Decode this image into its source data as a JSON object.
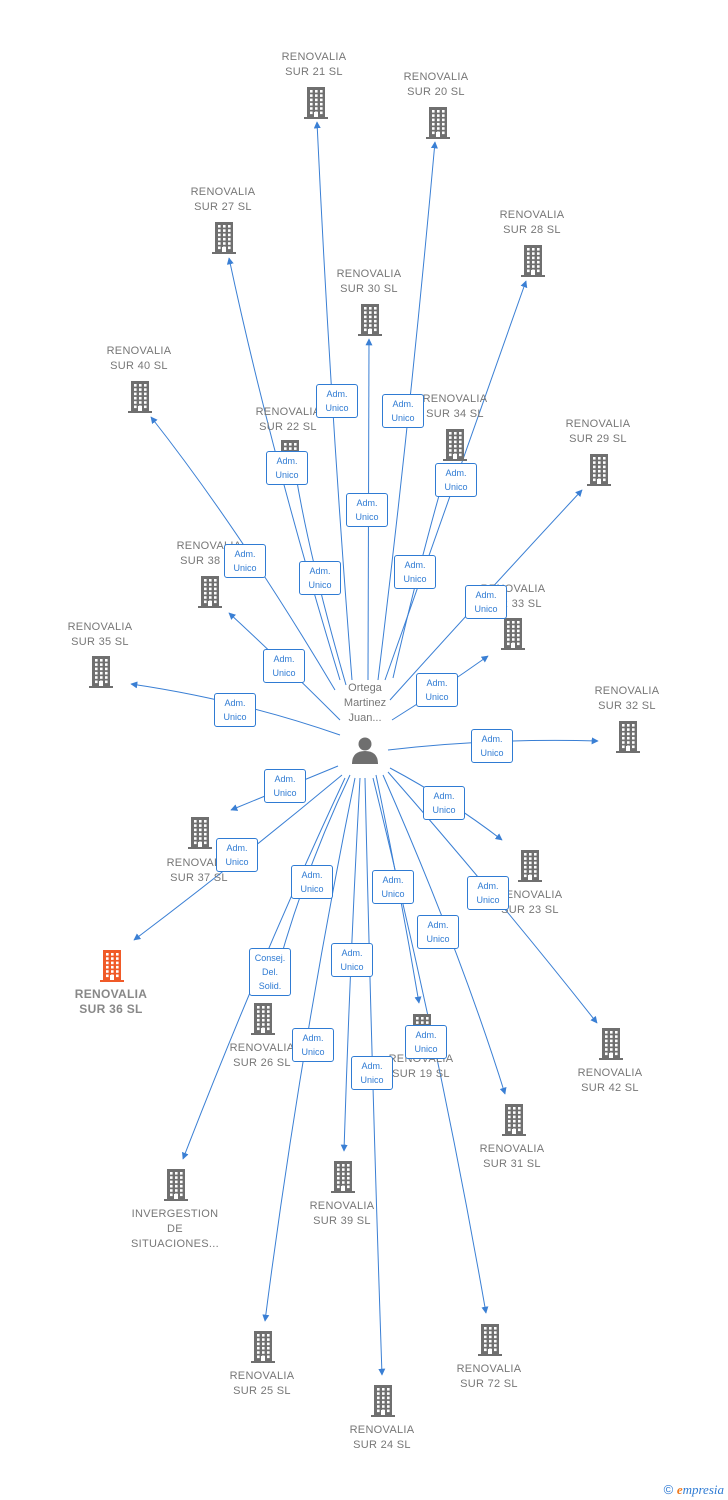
{
  "colors": {
    "edge": "#3a7fd4",
    "building": "#6f6f6f",
    "highlight": "#f05a28",
    "person": "#6f6f6f"
  },
  "center": {
    "name_lines": [
      "Ortega",
      "Martinez",
      "Juan..."
    ],
    "icon": "person-icon"
  },
  "companies": [
    {
      "id": "sur21",
      "lines": [
        "RENOVALIA",
        "SUR 21 SL"
      ]
    },
    {
      "id": "sur20",
      "lines": [
        "RENOVALIA",
        "SUR 20 SL"
      ]
    },
    {
      "id": "sur27",
      "lines": [
        "RENOVALIA",
        "SUR 27 SL"
      ]
    },
    {
      "id": "sur28",
      "lines": [
        "RENOVALIA",
        "SUR 28 SL"
      ]
    },
    {
      "id": "sur30",
      "lines": [
        "RENOVALIA",
        "SUR 30 SL"
      ]
    },
    {
      "id": "sur40",
      "lines": [
        "RENOVALIA",
        "SUR 40 SL"
      ]
    },
    {
      "id": "sur22",
      "lines": [
        "RENOVALIA",
        "SUR 22 SL"
      ]
    },
    {
      "id": "sur34",
      "lines": [
        "RENOVALIA",
        "SUR 34 SL"
      ]
    },
    {
      "id": "sur29",
      "lines": [
        "RENOVALIA",
        "SUR 29 SL"
      ]
    },
    {
      "id": "sur38",
      "lines": [
        "RENOVALIA",
        "SUR 38 SL"
      ]
    },
    {
      "id": "sur33",
      "lines": [
        "RENOVALIA",
        "SUR 33 SL"
      ]
    },
    {
      "id": "sur35",
      "lines": [
        "RENOVALIA",
        "SUR 35 SL"
      ]
    },
    {
      "id": "sur32",
      "lines": [
        "RENOVALIA",
        "SUR 32 SL"
      ]
    },
    {
      "id": "sur37",
      "lines": [
        "RENOVALIA",
        "SUR 37 SL"
      ]
    },
    {
      "id": "sur23",
      "lines": [
        "RENOVALIA",
        "SUR 23 SL"
      ]
    },
    {
      "id": "sur36",
      "lines": [
        "RENOVALIA",
        "SUR 36 SL"
      ],
      "highlight": true
    },
    {
      "id": "sur42",
      "lines": [
        "RENOVALIA",
        "SUR 42 SL"
      ]
    },
    {
      "id": "sur26",
      "lines": [
        "RENOVALIA",
        "SUR 26 SL"
      ]
    },
    {
      "id": "sur19",
      "lines": [
        "RENOVALIA",
        "SUR 19 SL"
      ]
    },
    {
      "id": "sur31",
      "lines": [
        "RENOVALIA",
        "SUR 31 SL"
      ]
    },
    {
      "id": "invergestion",
      "lines": [
        "INVERGESTION",
        "DE",
        "SITUACIONES..."
      ]
    },
    {
      "id": "sur39",
      "lines": [
        "RENOVALIA",
        "SUR 39 SL"
      ]
    },
    {
      "id": "sur25",
      "lines": [
        "RENOVALIA",
        "SUR 25 SL"
      ]
    },
    {
      "id": "sur72",
      "lines": [
        "RENOVALIA",
        "SUR 72 SL"
      ]
    },
    {
      "id": "sur24",
      "lines": [
        "RENOVALIA",
        "SUR 24 SL"
      ]
    }
  ],
  "relations": [
    {
      "target": "sur21",
      "lines": [
        "Adm.",
        "Unico"
      ]
    },
    {
      "target": "sur20",
      "lines": [
        "Adm.",
        "Unico"
      ]
    },
    {
      "target": "sur27",
      "lines": [
        "Adm.",
        "Unico"
      ]
    },
    {
      "target": "sur28",
      "lines": [
        "Adm.",
        "Unico"
      ]
    },
    {
      "target": "sur30",
      "lines": [
        "Adm.",
        "Unico"
      ]
    },
    {
      "target": "sur40",
      "lines": [
        "Adm.",
        "Unico"
      ]
    },
    {
      "target": "sur22",
      "lines": [
        "Adm.",
        "Unico"
      ]
    },
    {
      "target": "sur34",
      "lines": [
        "Adm.",
        "Unico"
      ]
    },
    {
      "target": "sur29",
      "lines": [
        "Adm.",
        "Unico"
      ]
    },
    {
      "target": "sur38",
      "lines": [
        "Adm.",
        "Unico"
      ]
    },
    {
      "target": "sur33",
      "lines": [
        "Adm.",
        "Unico"
      ]
    },
    {
      "target": "sur35",
      "lines": [
        "Adm.",
        "Unico"
      ]
    },
    {
      "target": "sur32",
      "lines": [
        "Adm.",
        "Unico"
      ]
    },
    {
      "target": "sur37",
      "lines": [
        "Adm.",
        "Unico"
      ]
    },
    {
      "target": "sur23",
      "lines": [
        "Adm.",
        "Unico"
      ]
    },
    {
      "target": "sur36",
      "lines": [
        "Adm.",
        "Unico"
      ]
    },
    {
      "target": "sur42",
      "lines": [
        "Adm.",
        "Unico"
      ]
    },
    {
      "target": "sur26",
      "lines": [
        "Adm.",
        "Unico"
      ]
    },
    {
      "target": "sur19",
      "lines": [
        "Adm.",
        "Unico"
      ]
    },
    {
      "target": "sur31",
      "lines": [
        "Adm.",
        "Unico"
      ]
    },
    {
      "target": "invergestion",
      "lines": [
        "Consej.",
        "Del. Solid."
      ]
    },
    {
      "target": "sur39",
      "lines": [
        "Adm.",
        "Unico"
      ]
    },
    {
      "target": "sur25",
      "lines": [
        "Adm.",
        "Unico"
      ]
    },
    {
      "target": "sur72",
      "lines": [
        "Adm.",
        "Unico"
      ]
    },
    {
      "target": "sur24",
      "lines": [
        "Adm.",
        "Unico"
      ]
    }
  ],
  "footer": {
    "copyright": "©",
    "brand_first": "e",
    "brand_rest": "mpresia"
  }
}
